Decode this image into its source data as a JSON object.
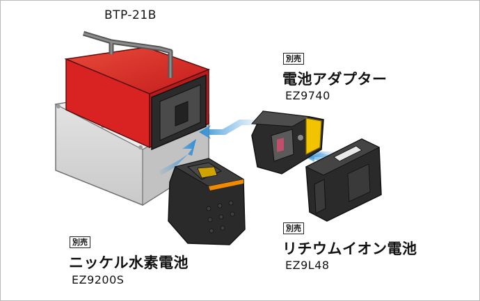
{
  "main_unit": {
    "model": "BTP-21B"
  },
  "adapter": {
    "badge": "別売",
    "name": "電池アダプター",
    "code": "EZ9740",
    "colors": {
      "body": "#2b2b2b",
      "accent": "#f2c300"
    }
  },
  "nimh_battery": {
    "badge": "別売",
    "name": "ニッケル水素電池",
    "code": "EZ9200S",
    "colors": {
      "body": "#2a2a2a",
      "accent": "#f08a00"
    }
  },
  "liion_battery": {
    "badge": "別売",
    "name": "リチウムイオン電池",
    "code": "EZ9L48",
    "colors": {
      "body": "#2a2a2a",
      "accent": "#f2c300"
    }
  },
  "colors": {
    "pump_red": "#d92323",
    "pump_gray": "#d8d8d8",
    "arrow_blue": "#2f8fd6"
  }
}
